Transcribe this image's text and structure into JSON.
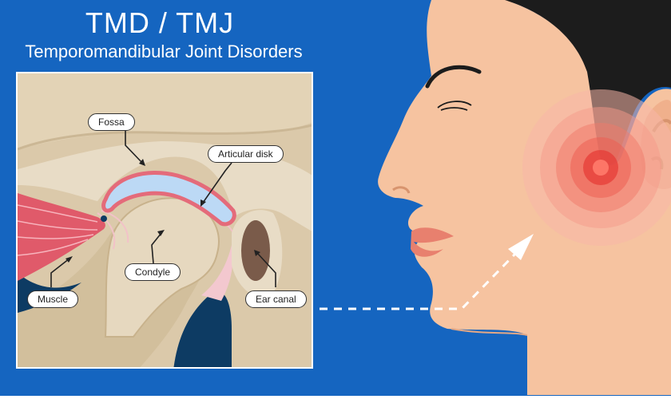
{
  "header": {
    "title": "TMD / TMJ",
    "subtitle": "Temporomandibular Joint Disorders"
  },
  "labels": {
    "fossa": "Fossa",
    "articular_disk": "Articular disk",
    "condyle": "Condyle",
    "muscle": "Muscle",
    "ear_canal": "Ear canal"
  },
  "colors": {
    "background": "#1565c0",
    "skin": "#f6c3a0",
    "hair": "#1c1c1c",
    "pain": "#e53935",
    "disk": "#bcd9f5",
    "bone": "#dbc9aa",
    "muscle": "#e05a6a"
  }
}
